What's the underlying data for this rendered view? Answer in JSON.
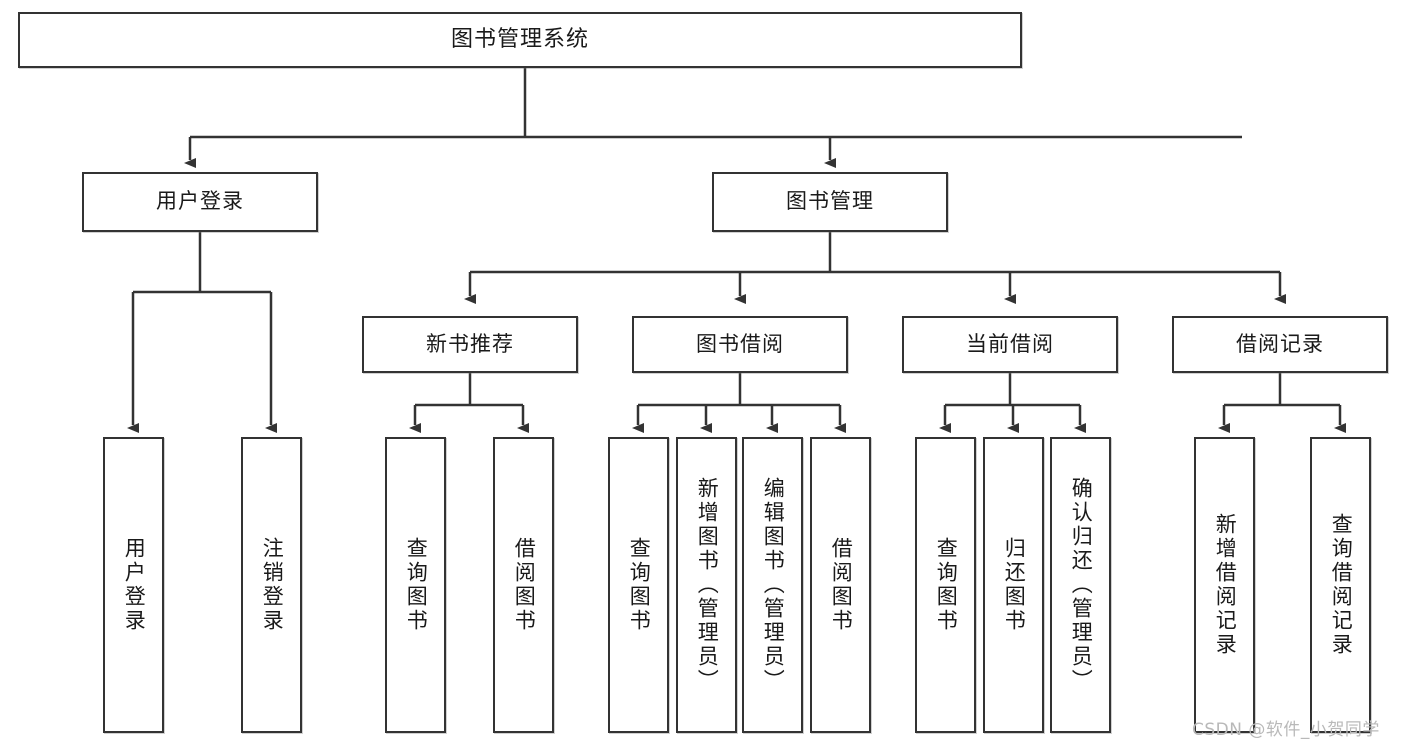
{
  "diagram": {
    "type": "hierarchy-tree",
    "title": "图书管理系统",
    "watermark": "CSDN @软件_小贺同学",
    "colors": {
      "stroke": "#333333",
      "fill": "#ffffff",
      "text": "#1a1a1a",
      "watermark": "#b9b9b9"
    },
    "nodes": {
      "root": {
        "label": "图书管理系统",
        "level": 1,
        "orientation": "horizontal"
      },
      "l2": [
        {
          "id": "user-login",
          "label": "用户登录",
          "level": 2,
          "orientation": "horizontal"
        },
        {
          "id": "book-manage",
          "label": "图书管理",
          "level": 2,
          "orientation": "horizontal"
        }
      ],
      "l3": [
        {
          "id": "new-book-rec",
          "label": "新书推荐",
          "level": 3,
          "orientation": "horizontal",
          "parent": "book-manage"
        },
        {
          "id": "book-borrow",
          "label": "图书借阅",
          "level": 3,
          "orientation": "horizontal",
          "parent": "book-manage"
        },
        {
          "id": "current-borrow",
          "label": "当前借阅",
          "level": 3,
          "orientation": "horizontal",
          "parent": "book-manage"
        },
        {
          "id": "borrow-record",
          "label": "借阅记录",
          "level": 3,
          "orientation": "horizontal",
          "parent": "book-manage"
        }
      ],
      "leaves": [
        {
          "id": "leaf-user-login",
          "label": "用户登录",
          "parent": "user-login",
          "orientation": "vertical"
        },
        {
          "id": "leaf-logout-login",
          "label": "注销登录",
          "parent": "user-login",
          "orientation": "vertical"
        },
        {
          "id": "leaf-query-book-1",
          "label": "查询图书",
          "parent": "new-book-rec",
          "orientation": "vertical"
        },
        {
          "id": "leaf-borrow-book-1",
          "label": "借阅图书",
          "parent": "new-book-rec",
          "orientation": "vertical"
        },
        {
          "id": "leaf-query-book-2",
          "label": "查询图书",
          "parent": "book-borrow",
          "orientation": "vertical"
        },
        {
          "id": "leaf-add-book",
          "label": "新增图书（管理员）",
          "parent": "book-borrow",
          "orientation": "vertical"
        },
        {
          "id": "leaf-edit-book",
          "label": "编辑图书（管理员）",
          "parent": "book-borrow",
          "orientation": "vertical"
        },
        {
          "id": "leaf-borrow-book-2",
          "label": "借阅图书",
          "parent": "book-borrow",
          "orientation": "vertical"
        },
        {
          "id": "leaf-query-book-3",
          "label": "查询图书",
          "parent": "current-borrow",
          "orientation": "vertical"
        },
        {
          "id": "leaf-return-book",
          "label": "归还图书",
          "parent": "current-borrow",
          "orientation": "vertical"
        },
        {
          "id": "leaf-confirm-return",
          "label": "确认归还（管理员）",
          "parent": "current-borrow",
          "orientation": "vertical"
        },
        {
          "id": "leaf-add-record",
          "label": "新增借阅记录",
          "parent": "borrow-record",
          "orientation": "vertical"
        },
        {
          "id": "leaf-query-record",
          "label": "查询借阅记录",
          "parent": "borrow-record",
          "orientation": "vertical"
        }
      ]
    }
  }
}
